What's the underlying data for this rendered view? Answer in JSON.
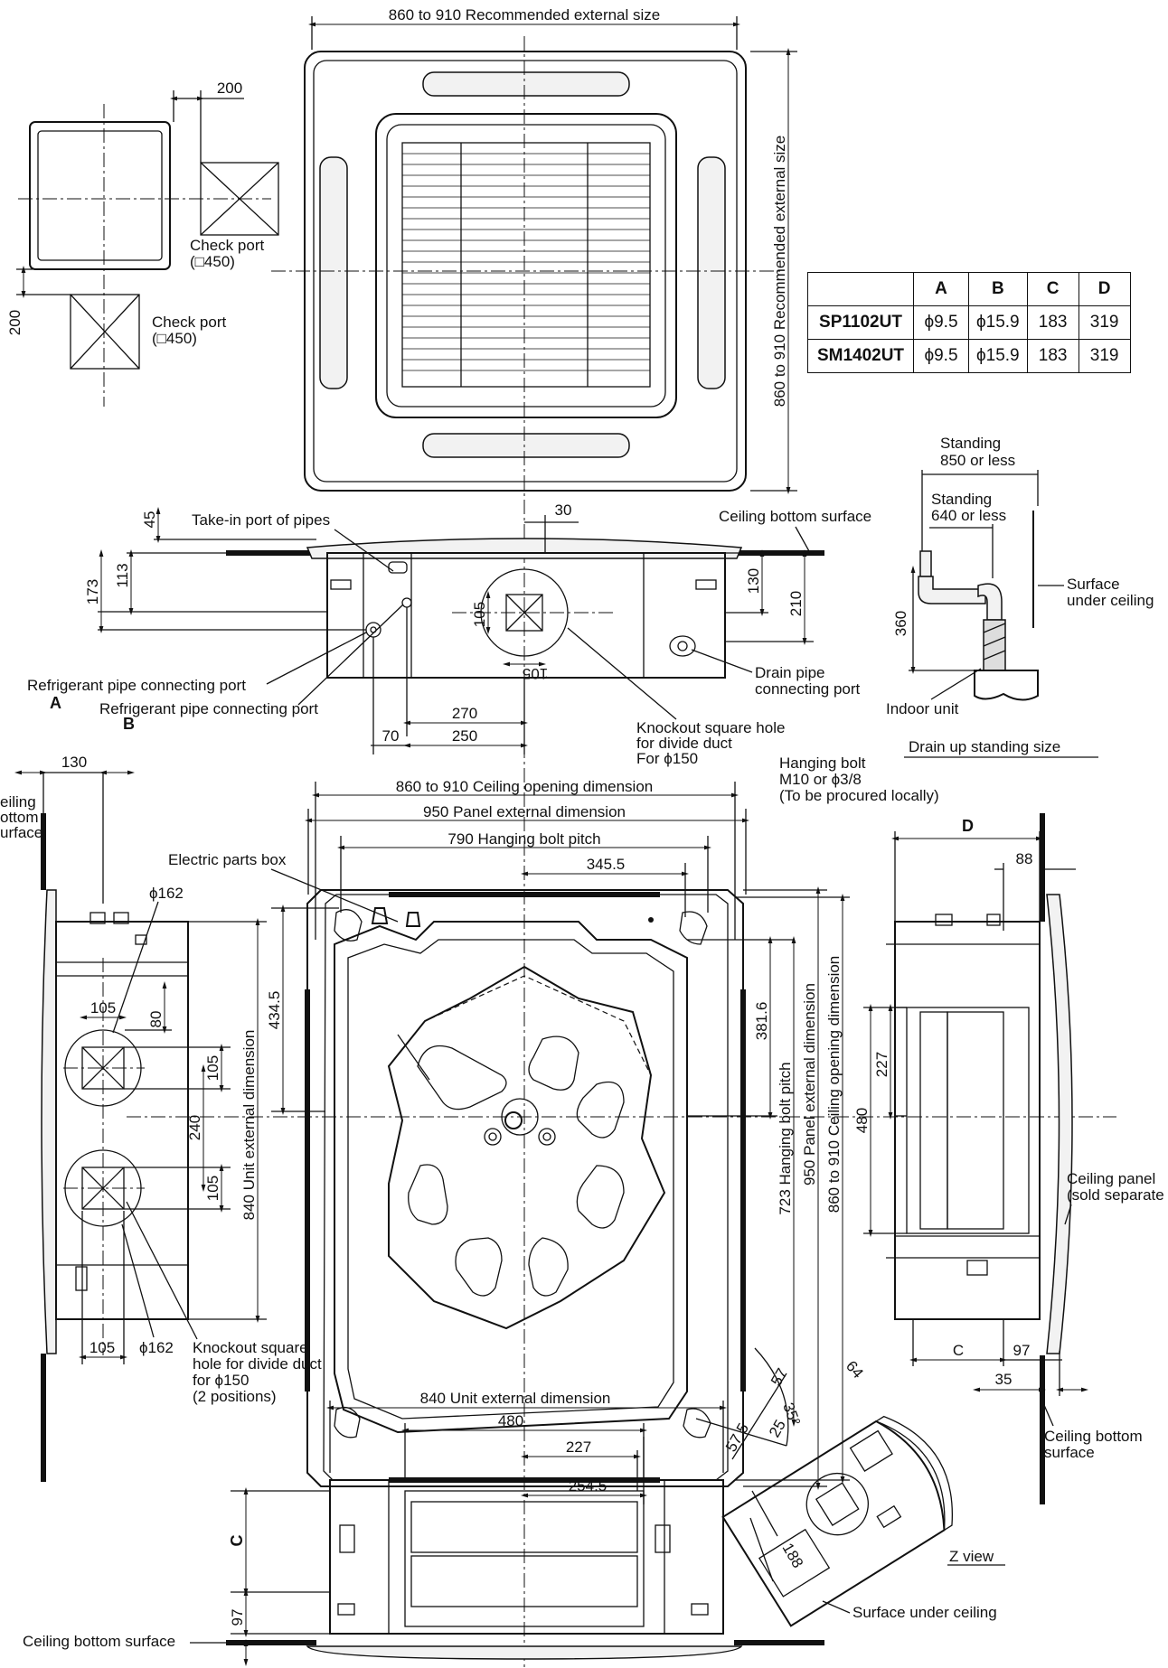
{
  "table": {
    "headers": [
      "",
      "A",
      "B",
      "C",
      "D"
    ],
    "rows": [
      [
        "SP1102UT",
        "ϕ9.5",
        "ϕ15.9",
        "183",
        "319"
      ],
      [
        "SM1402UT",
        "ϕ9.5",
        "ϕ15.9",
        "183",
        "319"
      ]
    ]
  },
  "top_view": {
    "width_dim": "860 to 910 Recommended external size",
    "height_dim": "860 to 910 Recommended external size"
  },
  "check_port_view": {
    "dim_200_h": "200",
    "dim_200_v": "200",
    "check_port_1_a": "Check port",
    "check_port_1_b": "(□450)",
    "check_port_2_a": "Check port",
    "check_port_2_b": "(□450)"
  },
  "side_view": {
    "dim_45": "45",
    "dim_113": "113",
    "dim_173": "173",
    "dim_30": "30",
    "dim_130": "130",
    "dim_210": "210",
    "dim_105_v": "105",
    "dim_105_h": "105",
    "dim_270": "270",
    "dim_250": "250",
    "dim_70": "70",
    "take_in": "Take-in port of pipes",
    "ceiling_bottom": "Ceiling bottom surface",
    "ref_a": "Refrigerant pipe connecting port",
    "ref_a_letter": "A",
    "ref_b": "Refrigerant pipe connecting port",
    "ref_b_letter": "B",
    "drain_1": "Drain pipe",
    "drain_2": "connecting port",
    "knock_1": "Knockout square hole",
    "knock_2": "for divide duct",
    "knock_3": "For ϕ150"
  },
  "drain_view": {
    "s850_a": "Standing",
    "s850_b": "850 or less",
    "s640_a": "Standing",
    "s640_b": "640 or less",
    "dim_360": "360",
    "surface_a": "Surface",
    "surface_b": "under ceiling",
    "indoor": "Indoor unit",
    "caption": "Drain up standing size"
  },
  "bottom_view": {
    "opening": "860 to 910  Ceiling opening dimension",
    "panel": "950  Panel external dimension",
    "pitch": "790  Hanging bolt pitch",
    "dim_345": "345.5",
    "electric": "Electric parts box",
    "dim_434": "434.5",
    "dim_381": "381.6",
    "v_723": "723  Hanging bolt pitch",
    "v_950": "950  Panel external dimension",
    "v_860": "860 to 910  Ceiling opening dimension",
    "dim_35": "35°",
    "dim_254": "254.5",
    "hang_1": "Hanging bolt",
    "hang_2": "M10 or ϕ3/8",
    "hang_3": "(To be procured locally)"
  },
  "left_view": {
    "ceil_1": "eiling",
    "ceil_2": "ottom",
    "ceil_3": "urface",
    "dim_130": "130",
    "phi162_top": "ϕ162",
    "dim_105_top": "105",
    "dim_80": "80",
    "dim_105_a": "105",
    "dim_240": "240",
    "dim_105_b": "105",
    "unit_ext": "840  Unit external dimension",
    "dim_105_bottom": "105",
    "phi162_bottom": "ϕ162",
    "knock_1": "Knockout square",
    "knock_2": "hole for divide duct",
    "knock_3": "for ϕ150",
    "knock_4": "(2 positions)"
  },
  "right_view": {
    "d_label": "D",
    "dim_88": "88",
    "dim_227": "227",
    "dim_480": "480",
    "panel_a": "Ceiling panel",
    "panel_b": "(sold separate",
    "c_label": "C",
    "dim_97": "97",
    "dim_35": "35",
    "ceil_a": "Ceiling bottom",
    "ceil_b": "surface"
  },
  "front_view": {
    "unit_ext": "840  Unit external dimension",
    "dim_480": "480",
    "dim_227": "227",
    "c_label": "C",
    "dim_97": "97",
    "ceiling_bottom": "Ceiling bottom surface"
  },
  "z_view": {
    "dim_57": "57",
    "dim_64": "64",
    "dim_57_5": "57.5",
    "dim_25": "25",
    "dim_188": "188",
    "caption": "Z view",
    "surface": "Surface under ceiling"
  }
}
